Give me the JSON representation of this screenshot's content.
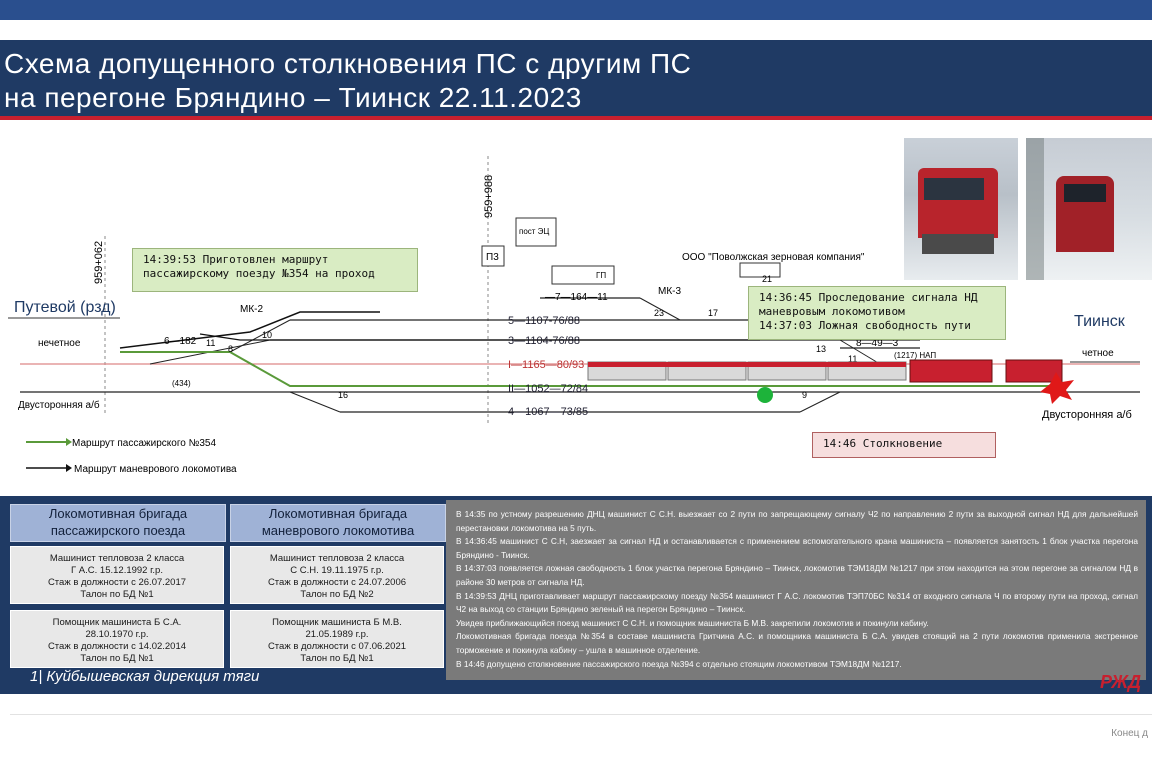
{
  "title": {
    "line1": "Схема допущенного столкновения ПС с другим ПС",
    "line2": "на перегоне Бряндино – Тиинск 22.11.2023"
  },
  "diagram": {
    "station_left": "Путевой (рзд)",
    "station_right": "Тиинск",
    "odd_left": "нечетное",
    "even_right": "четное",
    "block_left": "Двусторонняя а/б",
    "block_right": "Двусторонняя а/б",
    "km_left": "959+062",
    "km_center": "959+988",
    "post_ec": "пост ЭЦ",
    "p3": "П3",
    "gp": "ГП",
    "company": "ООО \"Поволжская зерновая компания\"",
    "mk2": "МК-2",
    "mk3": "МК-3",
    "track5": "5—1107-76/88",
    "track3": "3—1104-76/88",
    "track1": "I—1165—80/93",
    "track2": "II—1052—72/84",
    "track4": "4—1067—73/85",
    "track7": "—7—164—11",
    "track8": "8—49—3",
    "sw6": "6—182",
    "num11a": "11",
    "num8": "8",
    "num10": "10",
    "num16": "16",
    "num23": "23",
    "num17": "17",
    "num21": "21",
    "num13": "13",
    "num11b": "11",
    "num9": "9",
    "num434": "(434)",
    "nap": "(1217) НАП",
    "legend_green": "Маршрут  пассажирского №354",
    "legend_black": "Маршрут  маневрового локомотива",
    "note1_l1": "14:39:53 Приготовлен маршрут",
    "note1_l2": "пассажирскому поезду №354 на проход",
    "note2_l1": "14:36:45 Проследование сигнала НД",
    "note2_l2": "маневровым локомотивом",
    "note2_l3": "14:37:03 Ложная свободность пути",
    "note3": "14:46 Столкновение"
  },
  "crew_passenger": {
    "header_l1": "Локомотивная бригада",
    "header_l2": "пассажирского поезда",
    "driver": [
      "Машинист тепловоза 2 класса",
      "Г        А.С. 15.12.1992 г.р.",
      "Стаж в должности с 26.07.2017",
      "Талон по БД №1"
    ],
    "assistant": [
      "Помощник машиниста Б        С.А.",
      "28.10.1970 г.р.",
      "Стаж в должности с 14.02.2014",
      "Талон по БД №1"
    ]
  },
  "crew_shunting": {
    "header_l1": "Локомотивная бригада",
    "header_l2": "маневрового локомотива",
    "driver": [
      "Машинист тепловоза 2 класса",
      "С          С.Н. 19.11.1975 г.р.",
      "Стаж в должности с 24.07.2006",
      "Талон по БД №2"
    ],
    "assistant": [
      "Помощник машиниста Б        М.В.",
      "21.05.1989 г.р.",
      "Стаж в должности с 07.06.2021",
      "Талон по БД №1"
    ]
  },
  "narrative": [
    "В 14:35 по устному разрешению ДНЦ машинист С         С.Н. выезжает со 2 пути по запрещающему сигналу Ч2 по направлению 2 пути за выходной сигнал НД для дальнейшей перестановки локомотива на 5 путь.",
    "В 14:36:45 машинист С         С.Н, заезжает за сигнал НД и останавливается с применением вспомогательного крана машиниста – появляется занятость 1 блок участка перегона Бряндино - Тиинск.",
    "В 14:37:03 появляется ложная свободность 1 блок участка перегона Бряндино – Тиинск, локомотив ТЭМ18ДМ №1217 при этом находится на этом перегоне за сигналом НД в районе 30 метров от сигнала НД.",
    "В 14:39:53 ДНЦ приготавливает маршрут пассажирскому поезду №354 машинист Г        А.С. локомотив ТЭП70БС №314 от входного сигнала Ч по второму пути на проход, сигнал Ч2 на выход со станции Бряндино зеленый на перегон Бряндино – Тиинск.",
    "Увидев приближающийся поезд машинист С         С.Н. и помощник машиниста Б        М.В. закрепили локомотив и покинули кабину.",
    "Локомотивная бригада поезда №354 в составе машиниста Гритчина А.С. и помощника машиниста Б        С.А. увидев стоящий на 2 пути локомотив применила экстренное торможение и покинула кабину – ушла в машинное отделение.",
    "В 14:46 допущено столкновение пассажирского поезда №394 с отдельно стоящим локомотивом ТЭМ18ДМ №1217."
  ],
  "footer": {
    "label": "1| Куйбышевская дирекция тяги",
    "logo": "РЖД",
    "end": "Конец д"
  },
  "colors": {
    "band": "#1f3a64",
    "accent_red": "#c8202f",
    "route_green": "#5a9a3a",
    "note_green": "#d9ecc3"
  }
}
